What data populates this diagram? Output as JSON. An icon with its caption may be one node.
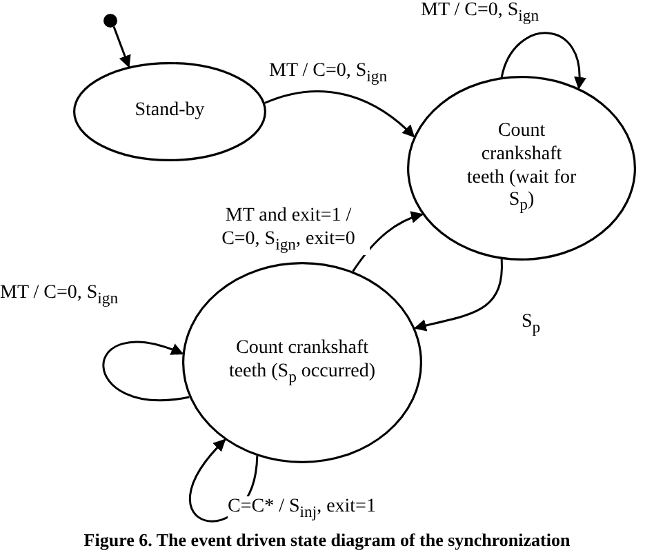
{
  "diagram": {
    "caption": "Figure 6. The event driven state diagram of the synchronization",
    "nodes": [
      {
        "text": [],
        "shape": "circle"
      },
      {
        "text": [
          "Stand-by"
        ]
      },
      {
        "text": [
          "Count crankshaft teeth (wait for S$_{p}$)"
        ]
      },
      {
        "text": [
          "Count crankshaft teeth (S$_{p}$ occurred)"
        ]
      }
    ],
    "edges": [
      {
        "from": 0,
        "to": 1,
        "arrow": "to"
      },
      {
        "from": 1,
        "to": 2,
        "arrow": "to",
        "label": "MT / C=0, S$_{ign}$"
      },
      {
        "from": 2,
        "to": 2,
        "arrow": "to",
        "label": "MT / C=0, S$_{ign}$"
      },
      {
        "from": 2,
        "to": 3,
        "arrow": "to",
        "label": "S$_{p}$"
      },
      {
        "from": 3,
        "to": 2,
        "arrow": "to",
        "label": "MT and exit=1 / C=0, S$_{ign}$, exit=0"
      },
      {
        "from": 3,
        "to": 3,
        "arrow": "to",
        "label": "MT / C=0, S$_{ign}$"
      },
      {
        "from": 3,
        "to": 3,
        "arrow": "to",
        "label": "C=C* / S$_{inj}$, exit=1"
      }
    ]
  }
}
